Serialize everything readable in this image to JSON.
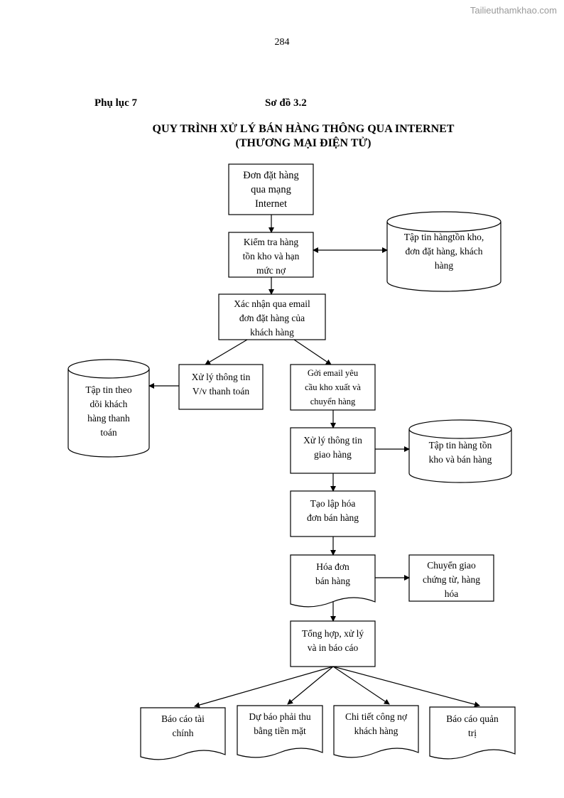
{
  "watermark": "Tailieuthamkhao.com",
  "page_number": "284",
  "appendix_label": "Phụ lục 7",
  "figure_label": "Sơ đồ 3.2",
  "title_line1": "QUY TRÌNH XỬ LÝ BÁN HÀNG THÔNG QUA INTERNET",
  "title_line2": "(THƯƠNG MẠI ĐIỆN TỬ)",
  "nodes": {
    "order": "Đơn đặt hàng\nqua mạng\nInternet",
    "check_stock": "Kiểm tra hàng\ntồn kho và hạn\nmức nợ",
    "stock_file": "Tập tin hàngtồn kho,\nđơn  đặt hàng, khách\nhàng",
    "confirm_email": "Xác nhận qua email\nđơn đặt hàng của\nkhách hàng",
    "payment_proc": "Xử lý thông tin\nV/v thanh toán",
    "payment_file": "Tập tin theo\ndõi khách\nhàng thanh\ntoán",
    "send_email": "Gởi email yêu\ncầu kho xuất và\nchuyển hàng",
    "delivery_proc": "Xử lý thông tin\ngiao hàng",
    "stock_sales_file": "Tập tin hàng tồn\nkho và bán hàng",
    "create_invoice": "Tạo lập hóa\nđơn bán hàng",
    "invoice_doc": "Hóa đơn\nbán hàng",
    "transfer": "Chuyển giao\nchứng từ, hàng\nhóa",
    "summary": "Tổng hợp, xử lý\nvà in báo cáo",
    "report_financial": "Báo cáo tài\nchính",
    "report_cash": "Dự báo phải thu\nbằng tiền mặt",
    "report_debt": "Chi tiết công nợ\nkhách hàng",
    "report_mgmt": "Báo cáo quản\ntrị"
  }
}
